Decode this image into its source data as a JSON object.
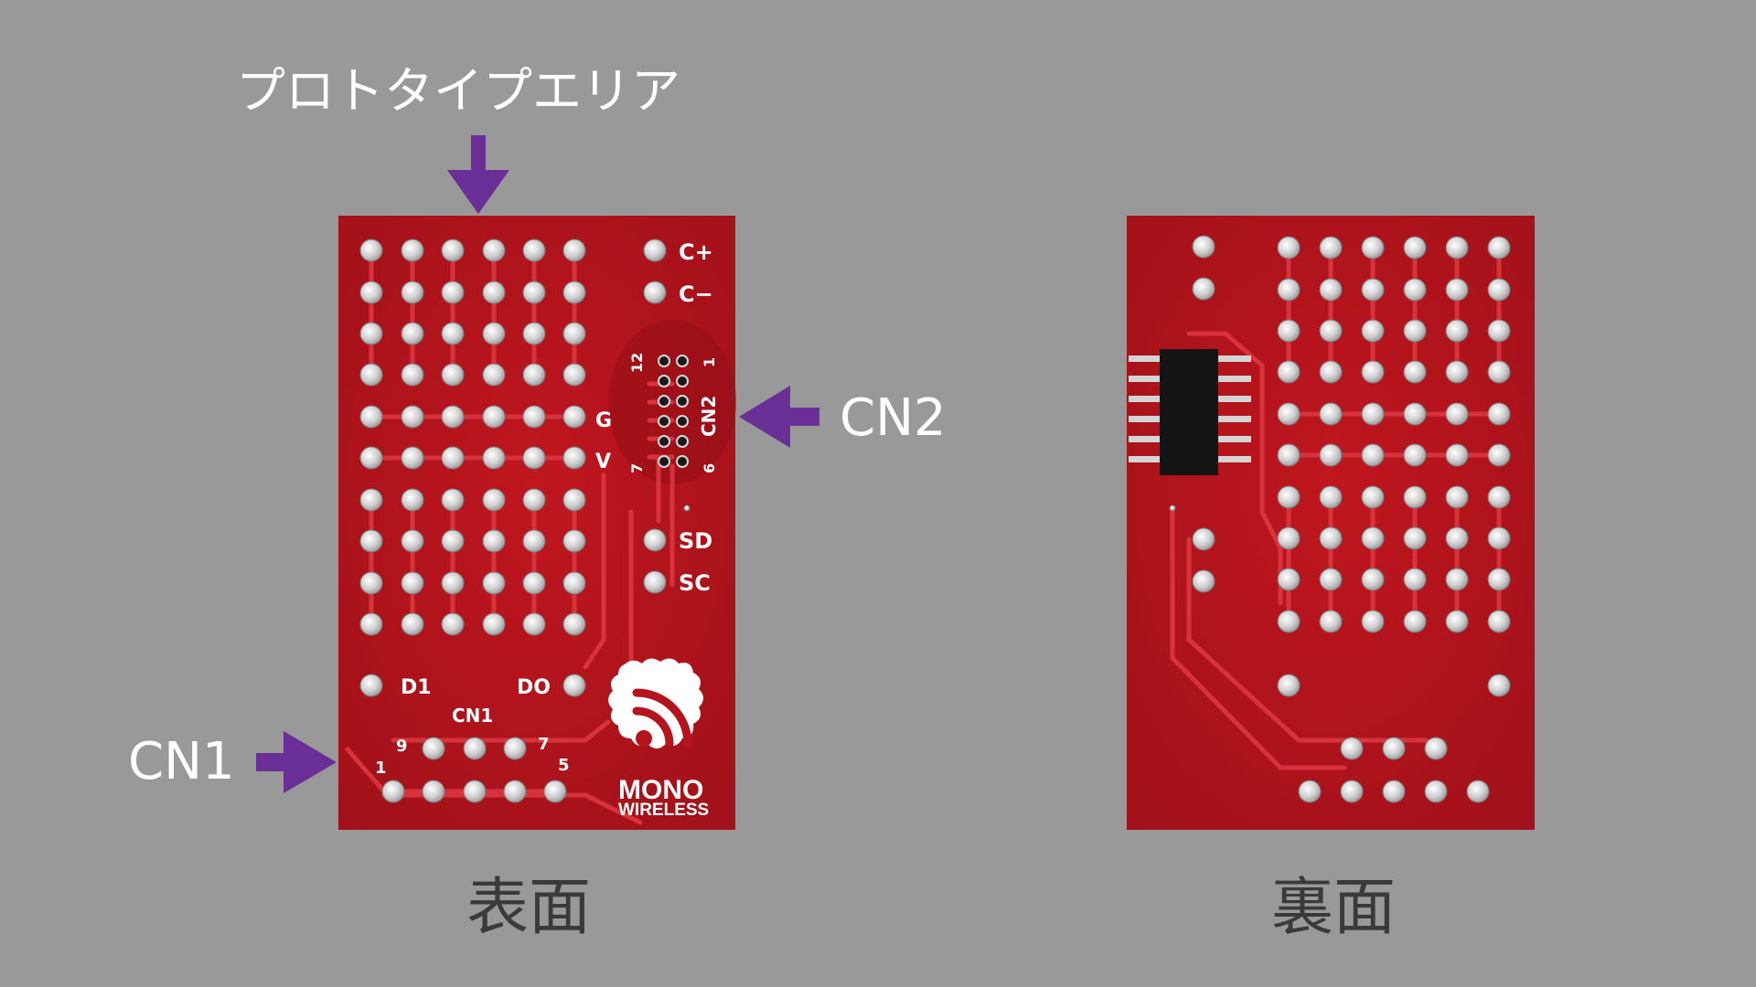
{
  "annotations": {
    "prototype_area": "プロトタイプエリア",
    "cn2": "CN2",
    "cn1": "CN1"
  },
  "captions": {
    "front": "表面",
    "back": "裏面"
  },
  "front_board": {
    "pad_labels": {
      "c_plus": "C+",
      "c_minus": "C−",
      "g": "G",
      "v": "V",
      "sd": "SD",
      "sc": "SC",
      "d1": "D1",
      "d0": "DO",
      "cn1": "CN1",
      "cn2": "CN2",
      "cn2_pin12": "12",
      "cn2_pin1": "1",
      "cn2_pin7": "7",
      "cn2_pin6": "6",
      "cn1_pin9": "9",
      "cn1_pin7": "7",
      "cn1_pin1": "1",
      "cn1_pin5": "5"
    },
    "logo": {
      "line1": "MONO",
      "line2": "WIRELESS"
    }
  },
  "colors": {
    "background": "#999999",
    "pcb": "#b5141e",
    "trace": "#d8333d",
    "pad": "#d9d9d9",
    "annotation_arrow": "#6a2f96",
    "annotation_text": "#ffffff",
    "caption_text": "#3a3a3a"
  }
}
